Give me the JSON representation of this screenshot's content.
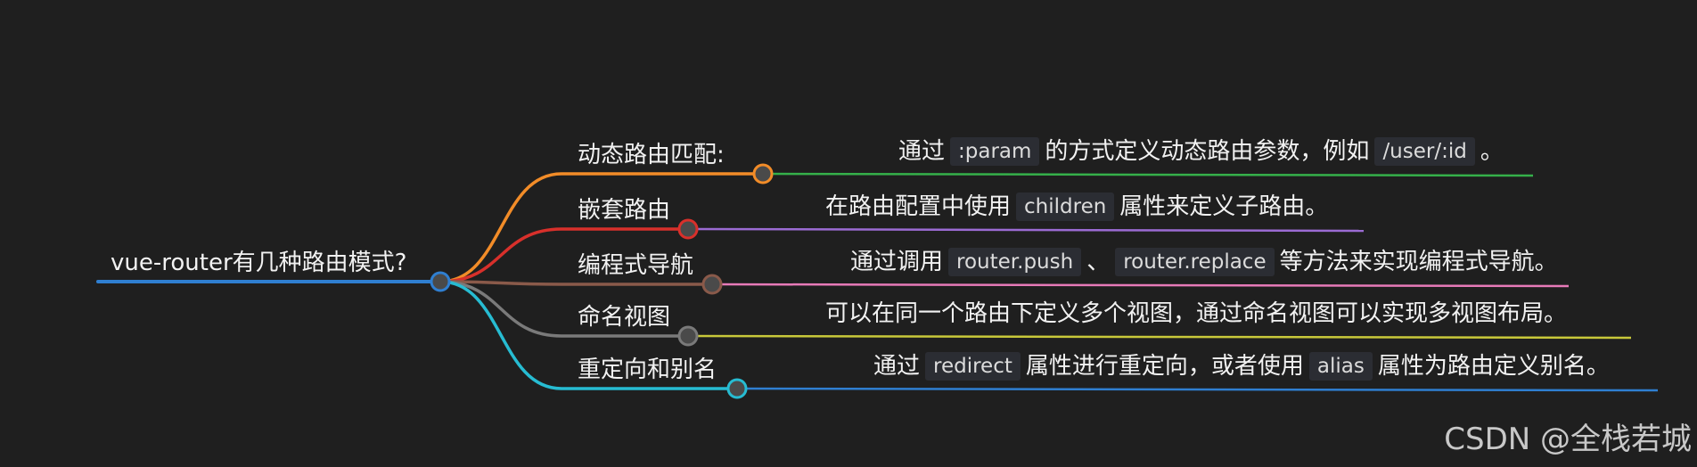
{
  "root": {
    "label": "vue-router有几种路由模式?",
    "color": "#2f7fd1"
  },
  "branches": [
    {
      "label": "动态路由匹配:",
      "color": "#f28c28",
      "line_color": "#35b04a",
      "desc": [
        "通过",
        {
          "code": ":param"
        },
        "的方式定义动态路由参数，例如",
        {
          "code": "/user/:id"
        },
        "。"
      ]
    },
    {
      "label": "嵌套路由",
      "color": "#d8302b",
      "line_color": "#9b6bd3",
      "desc": [
        "在路由配置中使用",
        {
          "code": "children"
        },
        "属性来定义子路由。"
      ]
    },
    {
      "label": "编程式导航",
      "color": "#8a5a4a",
      "line_color": "#e77ab8",
      "desc": [
        "通过调用",
        {
          "code": "router.push"
        },
        "、",
        {
          "code": "router.replace"
        },
        "等方法来实现编程式导航。"
      ]
    },
    {
      "label": "命名视图",
      "color": "#7a7a7a",
      "line_color": "#c8c83a",
      "desc": [
        "可以在同一个路由下定义多个视图，通过命名视图可以实现多视图布局。"
      ]
    },
    {
      "label": "重定向和别名",
      "color": "#27bcd2",
      "line_color": "#2f7fd1",
      "desc": [
        "通过",
        {
          "code": "redirect"
        },
        "属性进行重定向，或者使用",
        {
          "code": "alias"
        },
        "属性为路由定义别名。"
      ]
    }
  ],
  "watermark": "CSDN @全栈若城"
}
